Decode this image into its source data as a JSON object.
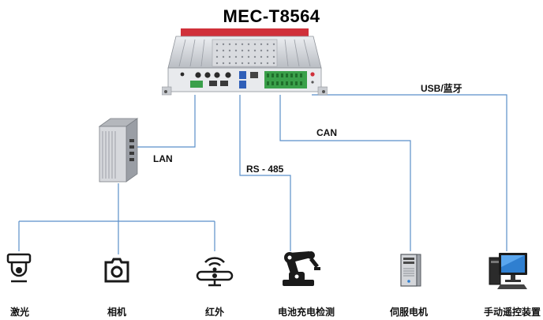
{
  "title": "MEC-T8564",
  "links": {
    "usb": "USB/蓝牙",
    "can": "CAN",
    "lan": "LAN",
    "rs485": "RS - 485"
  },
  "devices": {
    "laser": "激光",
    "camera": "相机",
    "infrared": "红外",
    "battery": "电池充电检测",
    "servo": "伺服电机",
    "remote": "手动遥控装置"
  },
  "colors": {
    "wire": "#5b8fc9",
    "chassis": "#c9ccd1",
    "accent": "#d0303a",
    "terminal": "#3aa04a"
  }
}
